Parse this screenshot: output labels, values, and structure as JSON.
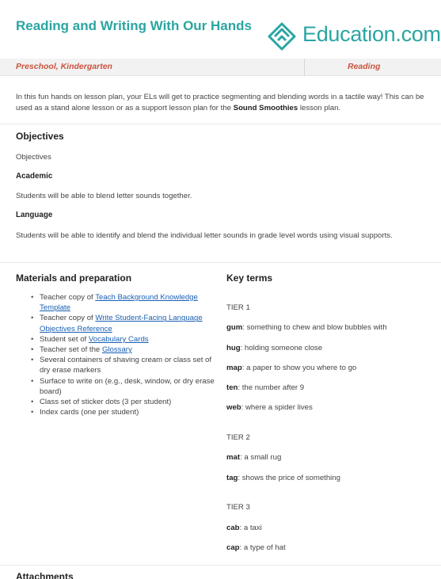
{
  "header": {
    "title": "Reading and Writing With Our Hands",
    "logo_text": "Education.com"
  },
  "meta": {
    "grades": "Preschool, Kindergarten",
    "subject": "Reading"
  },
  "intro": {
    "text_before": "In this fun hands on lesson plan, your ELs will get to practice segmenting and blending words in a tactile way! This can be used as a stand alone lesson or as a support lesson plan for the ",
    "bold": "Sound Smoothies",
    "text_after": " lesson plan."
  },
  "objectives": {
    "heading": "Objectives",
    "subheading": "Objectives",
    "academic_heading": "Academic",
    "academic_text": "Students will be able to blend letter sounds together.",
    "language_heading": "Language",
    "language_text": "Students will be able to identify and blend the individual letter sounds in grade level words using visual supports."
  },
  "materials": {
    "heading": "Materials and preparation",
    "items": [
      {
        "prefix": "Teacher copy of ",
        "link": "Teach Background Knowledge Template"
      },
      {
        "prefix": "Teacher copy of ",
        "link": "Write Student-Facing Language Objectives Reference"
      },
      {
        "prefix": "Student set of ",
        "link": "Vocabulary Cards"
      },
      {
        "prefix": "Teacher set of the ",
        "link": "Glossary"
      },
      {
        "prefix": "Several containers of shaving cream or class set of dry erase markers",
        "link": ""
      },
      {
        "prefix": "Surface to write on (e.g., desk, window, or dry erase board)",
        "link": ""
      },
      {
        "prefix": "Class set of sticker dots (3 per student)",
        "link": ""
      },
      {
        "prefix": "Index cards (one per student)",
        "link": ""
      }
    ]
  },
  "key_terms": {
    "heading": "Key terms",
    "tier1": "TIER 1",
    "tier1_terms": [
      {
        "term": "gum",
        "def": ": something to chew and blow bubbles with"
      },
      {
        "term": "hug",
        "def": ": holding someone close"
      },
      {
        "term": "map",
        "def": ": a paper to show you where to go"
      },
      {
        "term": "ten",
        "def": ": the number after 9"
      },
      {
        "term": "web",
        "def": ": where a spider lives"
      }
    ],
    "tier2": "TIER 2",
    "tier2_terms": [
      {
        "term": "mat",
        "def": ": a small rug"
      },
      {
        "term": "tag",
        "def": ": shows the price of something"
      }
    ],
    "tier3": "TIER 3",
    "tier3_terms": [
      {
        "term": "cab",
        "def": ": a taxi"
      },
      {
        "term": "cap",
        "def": ": a type of hat"
      }
    ]
  },
  "attachments": {
    "heading": "Attachments"
  },
  "colors": {
    "brand": "#2aa5a1",
    "meta_text": "#c9553f",
    "link": "#1a5fb4"
  }
}
